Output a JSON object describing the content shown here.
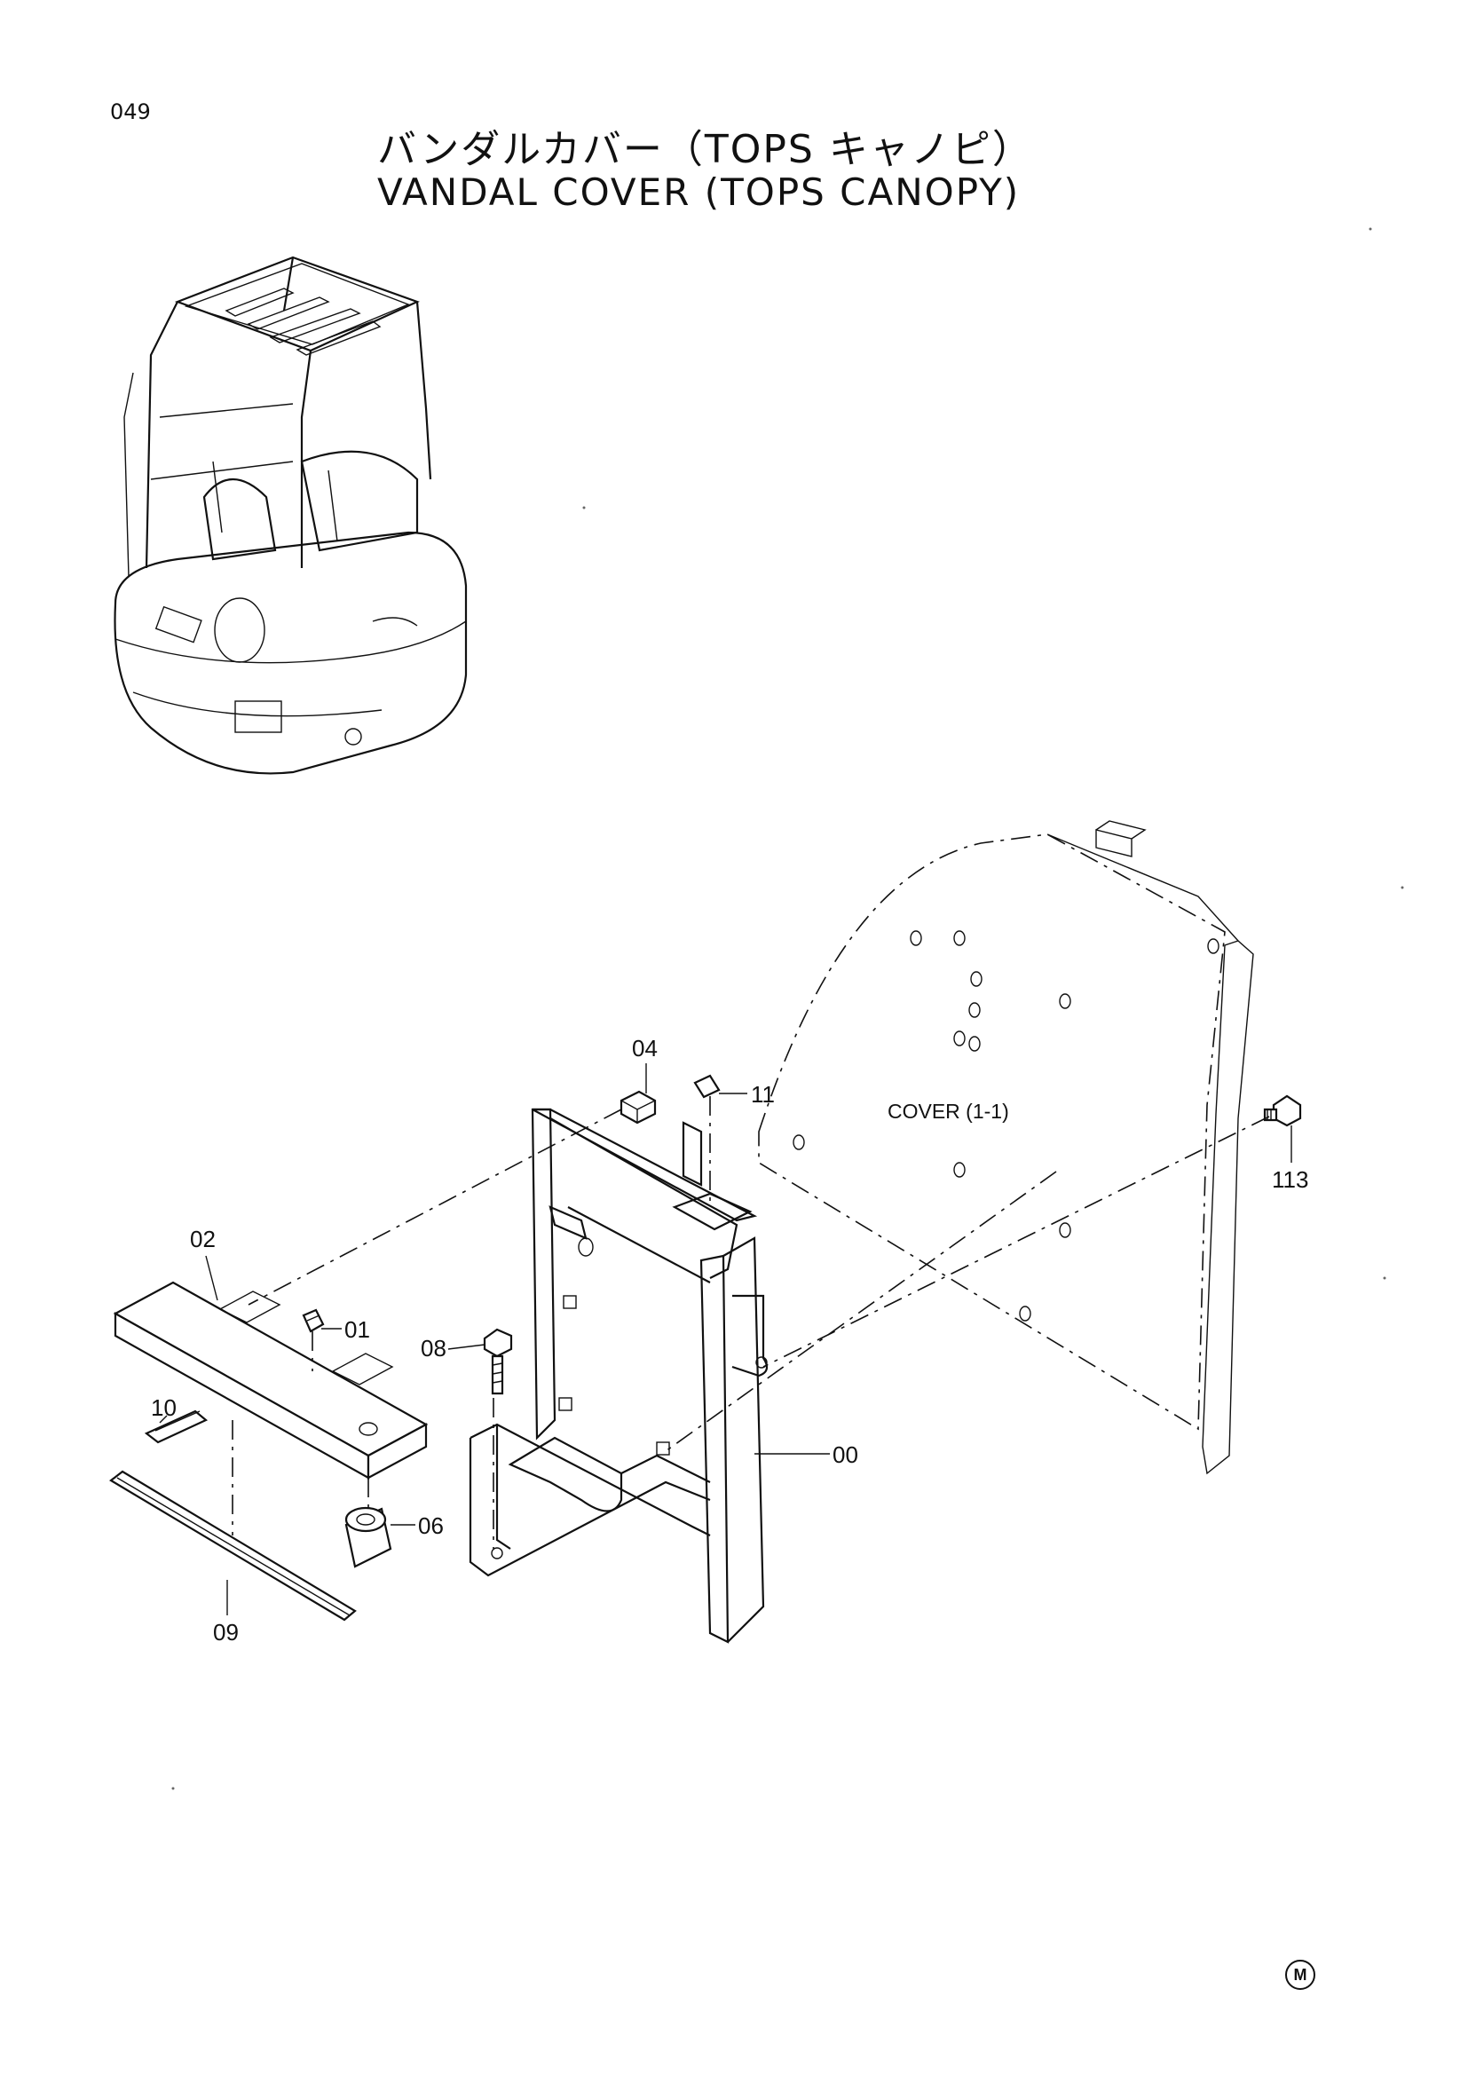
{
  "header": {
    "page_number": "049",
    "title_jp": "バンダルカバー（TOPS キャノピ）",
    "title_en": "VANDAL COVER (TOPS CANOPY)"
  },
  "callouts": {
    "p00": "00",
    "p01": "01",
    "p02": "02",
    "p04": "04",
    "p06": "06",
    "p08": "08",
    "p09": "09",
    "p10": "10",
    "p11": "11",
    "p113": "113",
    "cover_ref": "COVER (1-1)"
  },
  "footer": {
    "mark": "M"
  }
}
